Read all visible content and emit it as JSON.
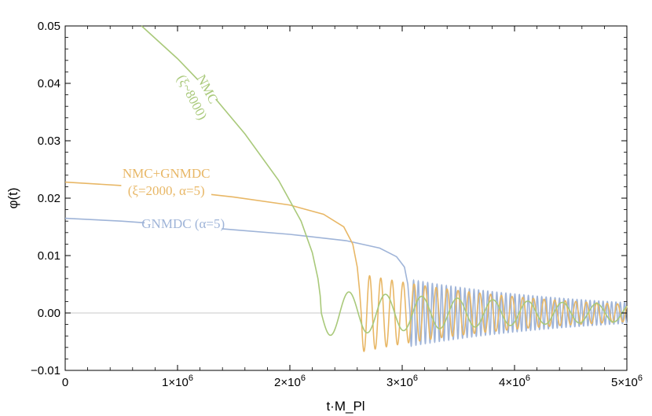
{
  "chart_data": {
    "type": "line",
    "title": "",
    "xlabel": "t·M_Pl",
    "ylabel": "φ(t)",
    "xlim": [
      0,
      5000000
    ],
    "ylim": [
      -0.01,
      0.05
    ],
    "x_ticks": [
      {
        "value": 0,
        "label": "0"
      },
      {
        "value": 1000000,
        "label": "1×10^6"
      },
      {
        "value": 2000000,
        "label": "2×10^6"
      },
      {
        "value": 3000000,
        "label": "3×10^6"
      },
      {
        "value": 4000000,
        "label": "4×10^6"
      },
      {
        "value": 5000000,
        "label": "5×10^6"
      }
    ],
    "y_ticks": [
      {
        "value": -0.01,
        "label": "−0.01"
      },
      {
        "value": 0.0,
        "label": "0.00"
      },
      {
        "value": 0.01,
        "label": "0.01"
      },
      {
        "value": 0.02,
        "label": "0.02"
      },
      {
        "value": 0.03,
        "label": "0.03"
      },
      {
        "value": 0.04,
        "label": "0.04"
      },
      {
        "value": 0.05,
        "label": "0.05"
      }
    ],
    "grid": false,
    "zero_line": true,
    "series": [
      {
        "name": "GNMDC (α=5)",
        "color": "#9fb4d8",
        "label_lines": [
          "GNMDC (α=5)"
        ],
        "points": [
          [
            0,
            0.0165
          ],
          [
            500000,
            0.016
          ],
          [
            1000000,
            0.0153
          ],
          [
            1500000,
            0.0145
          ],
          [
            2000000,
            0.0137
          ],
          [
            2500000,
            0.0126
          ],
          [
            2800000,
            0.0113
          ],
          [
            2950000,
            0.0098
          ],
          [
            3020000,
            0.008
          ],
          [
            3050000,
            0.005
          ],
          [
            3070000,
            0.0
          ]
        ],
        "oscillation": {
          "start": 3070000,
          "end": 5000000,
          "amp_start": 0.0058,
          "amp_end": 0.0018,
          "period_start": 42000,
          "period_end": 38000,
          "phase": 0
        }
      },
      {
        "name": "NMC+GNMDC (ξ=2000, α=5)",
        "color": "#e8b766",
        "label_lines": [
          "NMC+GNMDC",
          "(ξ=2000, α=5)"
        ],
        "points": [
          [
            0,
            0.0228
          ],
          [
            500000,
            0.0222
          ],
          [
            1000000,
            0.0213
          ],
          [
            1500000,
            0.0202
          ],
          [
            2000000,
            0.0188
          ],
          [
            2300000,
            0.0172
          ],
          [
            2480000,
            0.015
          ],
          [
            2560000,
            0.012
          ],
          [
            2600000,
            0.008
          ],
          [
            2620000,
            0.004
          ],
          [
            2635000,
            0.0
          ]
        ],
        "oscillation": {
          "start": 2635000,
          "end": 5000000,
          "amp_start": 0.0068,
          "amp_end": 0.0015,
          "period_start": 100000,
          "period_end": 92000,
          "phase": 0
        }
      },
      {
        "name": "NMC (ξ~8000)",
        "color": "#a9c97a",
        "label_lines": [
          "NMC",
          "(ξ~8000)"
        ],
        "points": [
          [
            680000,
            0.05
          ],
          [
            1000000,
            0.0443
          ],
          [
            1300000,
            0.0382
          ],
          [
            1600000,
            0.0312
          ],
          [
            1900000,
            0.0231
          ],
          [
            2100000,
            0.016
          ],
          [
            2200000,
            0.0105
          ],
          [
            2250000,
            0.006
          ],
          [
            2270000,
            0.003
          ],
          [
            2280000,
            0.0
          ]
        ],
        "oscillation": {
          "start": 2280000,
          "end": 5000000,
          "amp_start": 0.004,
          "amp_end": 0.0015,
          "period_start": 330000,
          "period_end": 300000,
          "phase": 0
        }
      }
    ],
    "annotations": [
      {
        "series": 0,
        "text_lines": [
          "GNMDC (α=5)"
        ],
        "x": 1050000,
        "y": 0.0149,
        "rotate": 0
      },
      {
        "series": 1,
        "text_lines": [
          "NMC+GNMDC",
          "(ξ=2000, α=5)"
        ],
        "x": 900000,
        "y": 0.0222,
        "rotate": 0
      },
      {
        "series": 2,
        "text_lines": [
          "NMC",
          "(ξ~8000)"
        ],
        "x": 1170000,
        "y": 0.038,
        "rotate": 62
      }
    ]
  }
}
